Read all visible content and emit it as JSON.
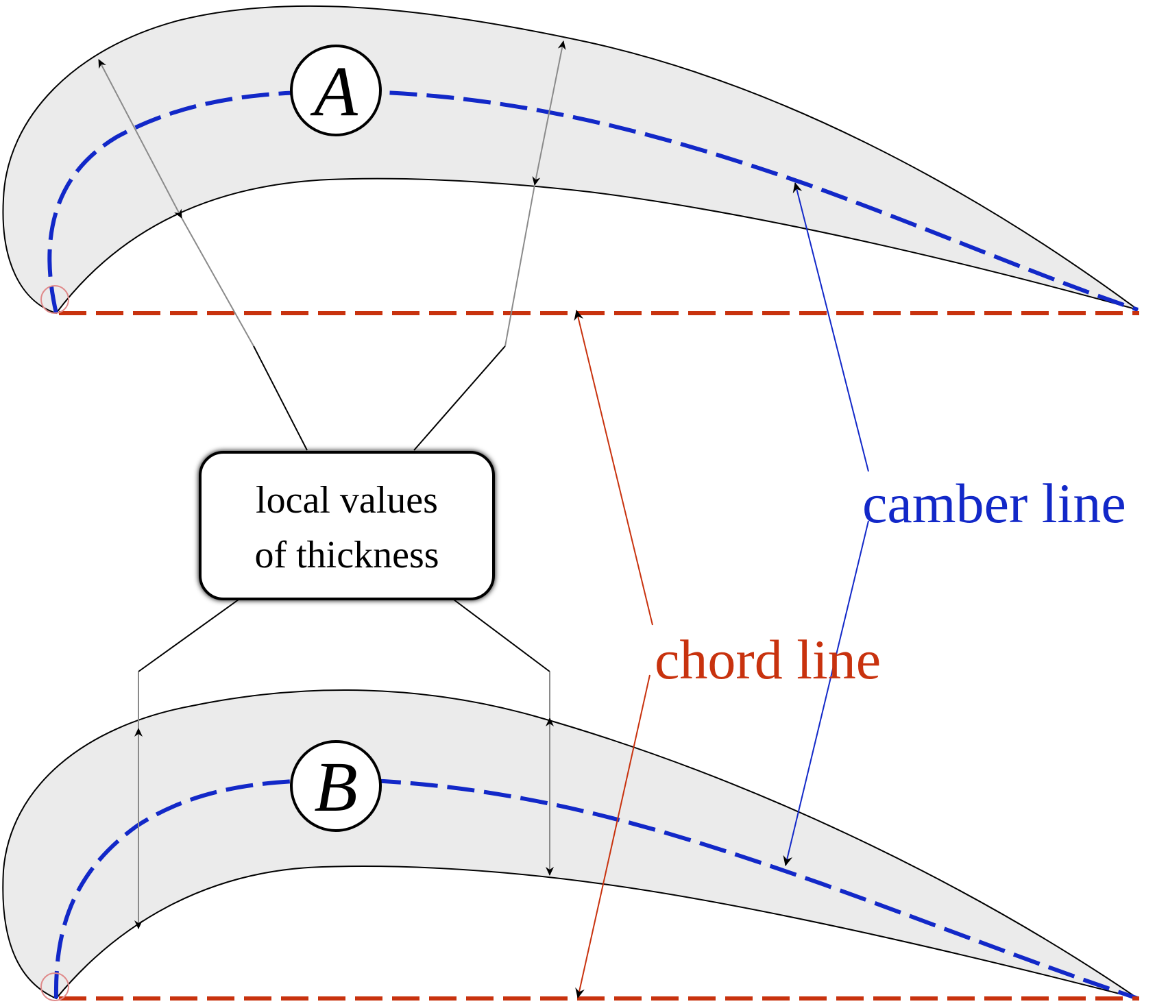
{
  "diagram": {
    "profiles": [
      {
        "id": "A",
        "badge_label": "A"
      },
      {
        "id": "B",
        "badge_label": "B"
      }
    ],
    "callout_box": {
      "line1": "local values",
      "line2": "of thickness"
    },
    "labels": {
      "camber_line": "camber line",
      "chord_line": "chord line"
    },
    "colors": {
      "camber": "#1228c8",
      "chord": "#c8320e",
      "profile_fill": "#ebebeb",
      "thickness_arrow": "#8a8a8a"
    }
  }
}
